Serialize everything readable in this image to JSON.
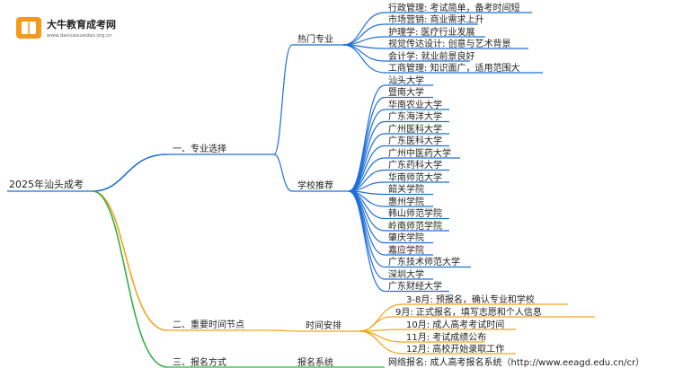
{
  "logo": {
    "title": "大牛教育成考网",
    "subtitle": "www.daniuexuedao.org.cn"
  },
  "root": {
    "label": "2025年汕头成考"
  },
  "colors": {
    "blue": "#1e6fd9",
    "orange": "#f3a31b",
    "green": "#34b048",
    "logo_orange": "#f39a1d"
  },
  "branches": [
    {
      "label": "一、专业选择",
      "color": "blue",
      "children": [
        {
          "label": "热门专业",
          "items": [
            "行政管理: 考试简单，备考时间短",
            "市场营销: 商业需求上升",
            "护理学: 医疗行业发展",
            "视觉传达设计: 创意与艺术背景",
            "会计学: 就业前景良好",
            "工商管理: 知识面广，适用范围大"
          ]
        },
        {
          "label": "学校推荐",
          "items": [
            "汕头大学",
            "暨南大学",
            "华南农业大学",
            "广东海洋大学",
            "广州医科大学",
            "广东医科大学",
            "广州中医药大学",
            "广东药科大学",
            "华南师范大学",
            "韶关学院",
            "惠州学院",
            "韩山师范学院",
            "岭南师范学院",
            "肇庆学院",
            "嘉应学院",
            "广东技术师范大学",
            "深圳大学",
            "广东财经大学"
          ]
        }
      ]
    },
    {
      "label": "二、重要时间节点",
      "color": "orange",
      "children": [
        {
          "label": "时间安排",
          "items": [
            "3-8月: 预报名，确认专业和学校",
            "9月: 正式报名，填写志愿和个人信息",
            "10月: 成人高考考试时间",
            "11月: 考试成绩公布",
            "12月: 高校开始录取工作"
          ]
        }
      ]
    },
    {
      "label": "三、报名方式",
      "color": "green",
      "children": [
        {
          "label": "报名系统",
          "items": [
            "网络报名: 成人高考报名系统（http://www.eeagd.edu.cn/cr）"
          ]
        }
      ]
    }
  ]
}
